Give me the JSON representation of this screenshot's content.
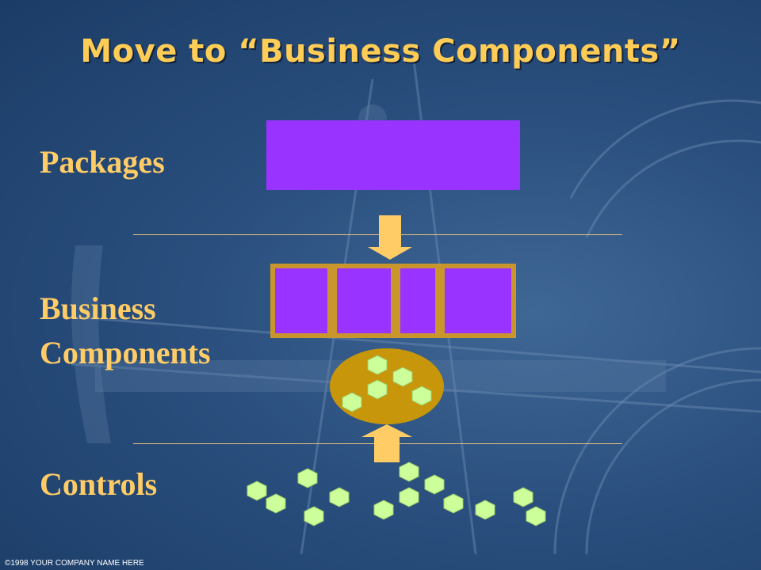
{
  "slide": {
    "title": "Move to “Business Components”",
    "labels": {
      "packages": "Packages",
      "business_line1": "Business",
      "business_line2": "Components",
      "controls": "Controls"
    },
    "footer": "©1998 YOUR COMPANY NAME HERE"
  },
  "colors": {
    "background": "#2a4f7e",
    "title": "#ffcc55",
    "label": "#ffcc66",
    "package_fill": "#9933ff",
    "component_border": "#c8962d",
    "arrow": "#ffcc66",
    "ellipse": "#c8960a",
    "hexagon": "#ccff99"
  },
  "icons": {
    "arrow_down": "down-arrow-icon",
    "arrow_up": "up-arrow-icon",
    "control": "hexagon-icon"
  }
}
